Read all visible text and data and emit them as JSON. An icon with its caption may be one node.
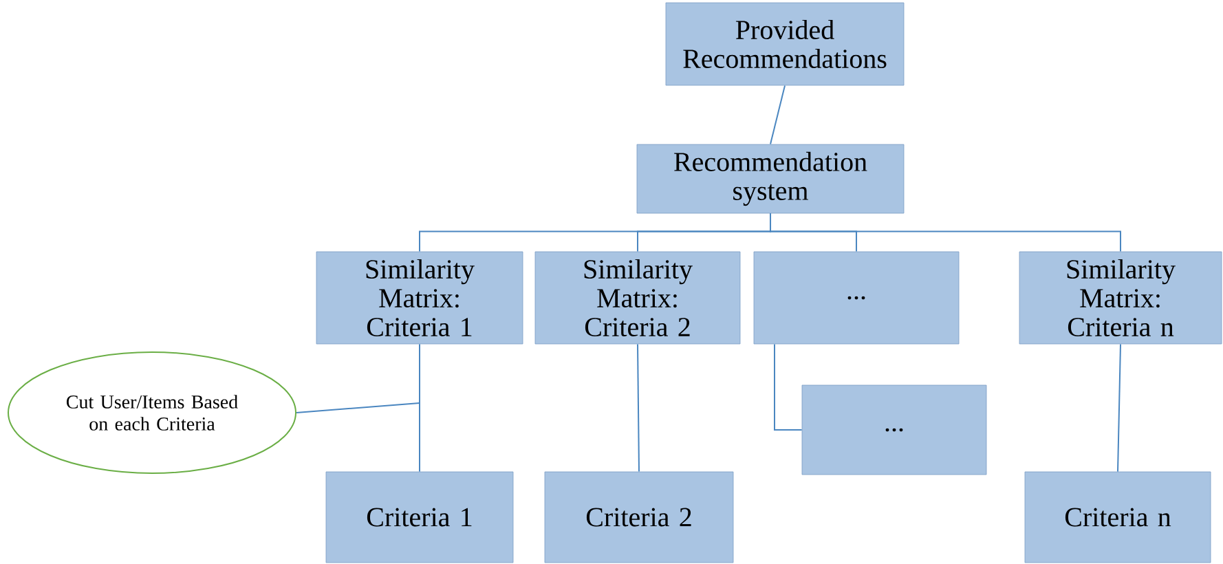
{
  "diagram": {
    "nodes": [
      {
        "text": [
          "Provided Recommendations"
        ]
      },
      {
        "text": [
          "Recommendation system"
        ]
      },
      {
        "text": [
          "Similarity Matrix: Criteria 1"
        ]
      },
      {
        "text": [
          "Similarity Matrix: Criteria 2"
        ]
      },
      {
        "text": [
          "..."
        ]
      },
      {
        "text": [
          "Similarity Matrix: Criteria n"
        ]
      },
      {
        "text": [
          "Cut User/Items Based on each Criteria"
        ]
      },
      {
        "text": [
          "..."
        ]
      },
      {
        "text": [
          "Criteria 1"
        ]
      },
      {
        "text": [
          "Criteria 2"
        ]
      },
      {
        "text": [
          "Criteria n"
        ]
      }
    ],
    "edges": [
      {
        "from": 0,
        "to": 1,
        "arrow": "none"
      },
      {
        "from": 1,
        "to": 2,
        "arrow": "none"
      },
      {
        "from": 1,
        "to": 3,
        "arrow": "none"
      },
      {
        "from": 1,
        "to": 4,
        "arrow": "none"
      },
      {
        "from": 1,
        "to": 5,
        "arrow": "none"
      },
      {
        "from": 2,
        "to": 8,
        "arrow": "none"
      },
      {
        "from": 6,
        "to": null,
        "arrow": "none"
      },
      {
        "from": 4,
        "to": 7,
        "arrow": "none"
      },
      {
        "from": 3,
        "to": 9,
        "arrow": "none"
      },
      {
        "from": 5,
        "to": 10,
        "arrow": "none"
      }
    ]
  }
}
